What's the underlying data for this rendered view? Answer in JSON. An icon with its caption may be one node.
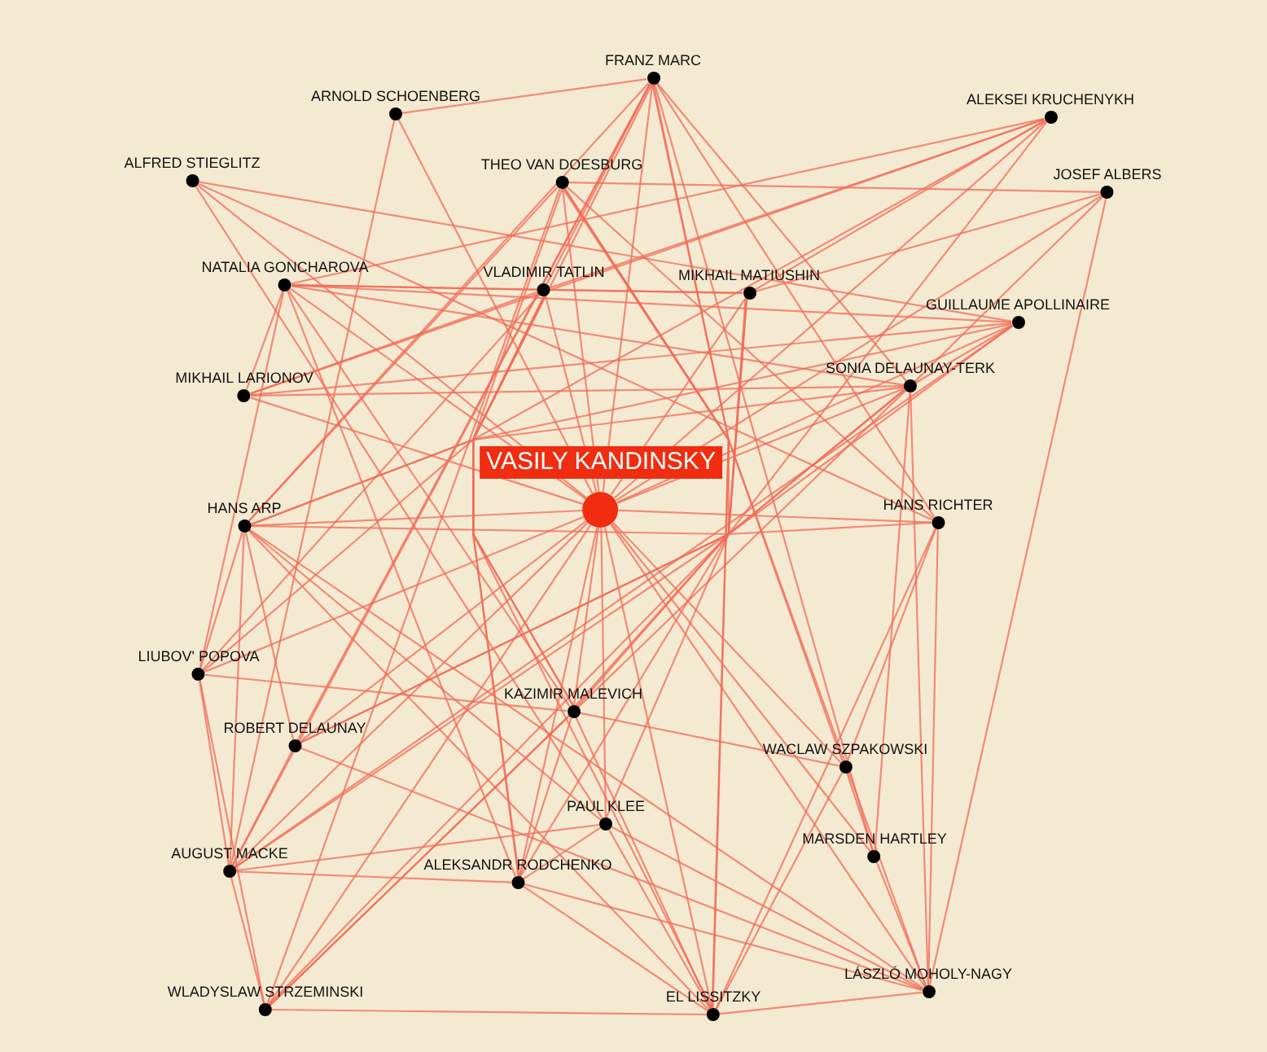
{
  "diagram": {
    "nodes": [
      {
        "text": [
          "VASILY KANDINSKY"
        ]
      },
      {
        "text": [
          "FRANZ MARC"
        ]
      },
      {
        "text": [
          "ARNOLD SCHOENBERG"
        ]
      },
      {
        "text": [
          "ALEKSEI KRUCHENYKH"
        ]
      },
      {
        "text": [
          "ALFRED STIEGLITZ"
        ]
      },
      {
        "text": [
          "THEO VAN DOESBURG"
        ]
      },
      {
        "text": [
          "JOSEF ALBERS"
        ]
      },
      {
        "text": [
          "NATALIA GONCHAROVA"
        ]
      },
      {
        "text": [
          "VLADIMIR TATLIN"
        ]
      },
      {
        "text": [
          "MIKHAIL MATIUSHIN"
        ]
      },
      {
        "text": [
          "GUILLAUME APOLLINAIRE"
        ]
      },
      {
        "text": [
          "MIKHAIL LARIONOV"
        ]
      },
      {
        "text": [
          "SONIA DELAUNAY-TERK"
        ]
      },
      {
        "text": [
          "HANS ARP"
        ]
      },
      {
        "text": [
          "HANS RICHTER"
        ]
      },
      {
        "text": [
          "LIUBOV' POPOVA"
        ]
      },
      {
        "text": [
          "KAZIMIR MALEVICH"
        ]
      },
      {
        "text": [
          "ROBERT DELAUNAY"
        ]
      },
      {
        "text": [
          "WACLAW SZPAKOWSKI"
        ]
      },
      {
        "text": [
          "PAUL KLEE"
        ]
      },
      {
        "text": [
          "MARSDEN HARTLEY"
        ]
      },
      {
        "text": [
          "AUGUST MACKE"
        ]
      },
      {
        "text": [
          "ALEKSANDR RODCHENKO"
        ]
      },
      {
        "text": [
          "LÁSZLÓ MOHOLY-NAGY"
        ]
      },
      {
        "text": [
          "WLADYSLAW STRZEMINSKI"
        ]
      },
      {
        "text": [
          "EL LISSITZKY"
        ]
      }
    ],
    "edges": [
      {
        "from": 0,
        "to": 1,
        "arrow": "none"
      },
      {
        "from": 0,
        "to": 2,
        "arrow": "none"
      },
      {
        "from": 0,
        "to": 3,
        "arrow": "none"
      },
      {
        "from": 0,
        "to": 4,
        "arrow": "none"
      },
      {
        "from": 0,
        "to": 5,
        "arrow": "none"
      },
      {
        "from": 0,
        "to": 6,
        "arrow": "none"
      },
      {
        "from": 0,
        "to": 7,
        "arrow": "none"
      },
      {
        "from": 0,
        "to": 8,
        "arrow": "none"
      },
      {
        "from": 0,
        "to": 9,
        "arrow": "none"
      },
      {
        "from": 0,
        "to": 10,
        "arrow": "none"
      },
      {
        "from": 0,
        "to": 11,
        "arrow": "none"
      },
      {
        "from": 0,
        "to": 12,
        "arrow": "none"
      },
      {
        "from": 0,
        "to": 13,
        "arrow": "none"
      },
      {
        "from": 0,
        "to": 14,
        "arrow": "none"
      },
      {
        "from": 0,
        "to": 15,
        "arrow": "none"
      },
      {
        "from": 0,
        "to": 16,
        "arrow": "none"
      },
      {
        "from": 0,
        "to": 17,
        "arrow": "none"
      },
      {
        "from": 0,
        "to": 18,
        "arrow": "none"
      },
      {
        "from": 0,
        "to": 19,
        "arrow": "none"
      },
      {
        "from": 0,
        "to": 20,
        "arrow": "none"
      },
      {
        "from": 0,
        "to": 21,
        "arrow": "none"
      },
      {
        "from": 0,
        "to": 22,
        "arrow": "none"
      },
      {
        "from": 0,
        "to": 23,
        "arrow": "none"
      },
      {
        "from": 0,
        "to": 24,
        "arrow": "none"
      },
      {
        "from": 0,
        "to": 25,
        "arrow": "none"
      },
      {
        "from": 2,
        "to": 1,
        "arrow": "none"
      },
      {
        "from": 2,
        "to": 21,
        "arrow": "none"
      },
      {
        "from": 4,
        "to": 10,
        "arrow": "none"
      },
      {
        "from": 4,
        "to": 14,
        "arrow": "none"
      },
      {
        "from": 4,
        "to": 19,
        "arrow": "none"
      },
      {
        "from": 1,
        "to": 8,
        "arrow": "none"
      },
      {
        "from": 1,
        "to": 13,
        "arrow": "none"
      },
      {
        "from": 1,
        "to": 22,
        "arrow": "none"
      },
      {
        "from": 1,
        "to": 19,
        "arrow": "none"
      },
      {
        "from": 1,
        "to": 25,
        "arrow": "none"
      },
      {
        "from": 1,
        "to": 12,
        "arrow": "none"
      },
      {
        "from": 1,
        "to": 14,
        "arrow": "none"
      },
      {
        "from": 1,
        "to": 20,
        "arrow": "none"
      },
      {
        "from": 1,
        "to": 21,
        "arrow": "none"
      },
      {
        "from": 1,
        "to": 17,
        "arrow": "none"
      },
      {
        "from": 3,
        "to": 7,
        "arrow": "none"
      },
      {
        "from": 3,
        "to": 11,
        "arrow": "none"
      },
      {
        "from": 3,
        "to": 9,
        "arrow": "none"
      },
      {
        "from": 3,
        "to": 16,
        "arrow": "none"
      },
      {
        "from": 3,
        "to": 8,
        "arrow": "none"
      },
      {
        "from": 3,
        "to": 15,
        "arrow": "none"
      },
      {
        "from": 6,
        "to": 5,
        "arrow": "none"
      },
      {
        "from": 6,
        "to": 23,
        "arrow": "none"
      },
      {
        "from": 6,
        "to": 12,
        "arrow": "none"
      },
      {
        "from": 6,
        "to": 9,
        "arrow": "none"
      },
      {
        "from": 10,
        "to": 17,
        "arrow": "none"
      },
      {
        "from": 10,
        "to": 12,
        "arrow": "none"
      },
      {
        "from": 10,
        "to": 7,
        "arrow": "none"
      },
      {
        "from": 10,
        "to": 11,
        "arrow": "none"
      },
      {
        "from": 10,
        "to": 13,
        "arrow": "none"
      },
      {
        "from": 10,
        "to": 21,
        "arrow": "none"
      },
      {
        "from": 5,
        "to": 14,
        "arrow": "none"
      },
      {
        "from": 5,
        "to": 25,
        "arrow": "none"
      },
      {
        "from": 5,
        "to": 16,
        "arrow": "none"
      },
      {
        "from": 5,
        "to": 13,
        "arrow": "none"
      },
      {
        "from": 5,
        "to": 23,
        "arrow": "none"
      },
      {
        "from": 5,
        "to": 24,
        "arrow": "none"
      },
      {
        "from": 5,
        "to": 18,
        "arrow": "none"
      },
      {
        "from": 7,
        "to": 11,
        "arrow": "none"
      },
      {
        "from": 7,
        "to": 8,
        "arrow": "none"
      },
      {
        "from": 7,
        "to": 9,
        "arrow": "none"
      },
      {
        "from": 7,
        "to": 12,
        "arrow": "none"
      },
      {
        "from": 7,
        "to": 15,
        "arrow": "none"
      },
      {
        "from": 7,
        "to": 16,
        "arrow": "none"
      },
      {
        "from": 7,
        "to": 22,
        "arrow": "none"
      },
      {
        "from": 8,
        "to": 16,
        "arrow": "none"
      },
      {
        "from": 8,
        "to": 22,
        "arrow": "none"
      },
      {
        "from": 8,
        "to": 25,
        "arrow": "none"
      },
      {
        "from": 8,
        "to": 15,
        "arrow": "none"
      },
      {
        "from": 8,
        "to": 11,
        "arrow": "none"
      },
      {
        "from": 8,
        "to": 9,
        "arrow": "none"
      },
      {
        "from": 9,
        "to": 16,
        "arrow": "none"
      },
      {
        "from": 9,
        "to": 22,
        "arrow": "none"
      },
      {
        "from": 9,
        "to": 24,
        "arrow": "none"
      },
      {
        "from": 12,
        "to": 17,
        "arrow": "none"
      },
      {
        "from": 12,
        "to": 13,
        "arrow": "none"
      },
      {
        "from": 12,
        "to": 11,
        "arrow": "none"
      },
      {
        "from": 12,
        "to": 21,
        "arrow": "none"
      },
      {
        "from": 12,
        "to": 24,
        "arrow": "none"
      },
      {
        "from": 12,
        "to": 20,
        "arrow": "none"
      },
      {
        "from": 12,
        "to": 23,
        "arrow": "none"
      },
      {
        "from": 14,
        "to": 13,
        "arrow": "none"
      },
      {
        "from": 14,
        "to": 23,
        "arrow": "none"
      },
      {
        "from": 14,
        "to": 25,
        "arrow": "none"
      },
      {
        "from": 14,
        "to": 18,
        "arrow": "none"
      },
      {
        "from": 13,
        "to": 15,
        "arrow": "none"
      },
      {
        "from": 13,
        "to": 21,
        "arrow": "none"
      },
      {
        "from": 13,
        "to": 17,
        "arrow": "none"
      },
      {
        "from": 13,
        "to": 19,
        "arrow": "none"
      },
      {
        "from": 13,
        "to": 23,
        "arrow": "none"
      },
      {
        "from": 13,
        "to": 25,
        "arrow": "none"
      },
      {
        "from": 15,
        "to": 21,
        "arrow": "none"
      },
      {
        "from": 15,
        "to": 16,
        "arrow": "none"
      },
      {
        "from": 15,
        "to": 24,
        "arrow": "none"
      },
      {
        "from": 16,
        "to": 18,
        "arrow": "none"
      },
      {
        "from": 16,
        "to": 24,
        "arrow": "none"
      },
      {
        "from": 16,
        "to": 25,
        "arrow": "none"
      },
      {
        "from": 16,
        "to": 22,
        "arrow": "none"
      },
      {
        "from": 17,
        "to": 21,
        "arrow": "none"
      },
      {
        "from": 17,
        "to": 23,
        "arrow": "none"
      },
      {
        "from": 19,
        "to": 21,
        "arrow": "none"
      },
      {
        "from": 19,
        "to": 23,
        "arrow": "none"
      },
      {
        "from": 19,
        "to": 25,
        "arrow": "none"
      },
      {
        "from": 19,
        "to": 22,
        "arrow": "none"
      },
      {
        "from": 22,
        "to": 23,
        "arrow": "none"
      },
      {
        "from": 22,
        "to": 25,
        "arrow": "none"
      },
      {
        "from": 22,
        "to": 21,
        "arrow": "none"
      },
      {
        "from": 24,
        "to": 25,
        "arrow": "none"
      },
      {
        "from": 24,
        "to": 21,
        "arrow": "none"
      },
      {
        "from": 25,
        "to": 23,
        "arrow": "none"
      },
      {
        "from": 25,
        "to": 18,
        "arrow": "none"
      },
      {
        "from": 20,
        "to": 23,
        "arrow": "none"
      },
      {
        "from": 20,
        "to": 18,
        "arrow": "none"
      }
    ]
  }
}
